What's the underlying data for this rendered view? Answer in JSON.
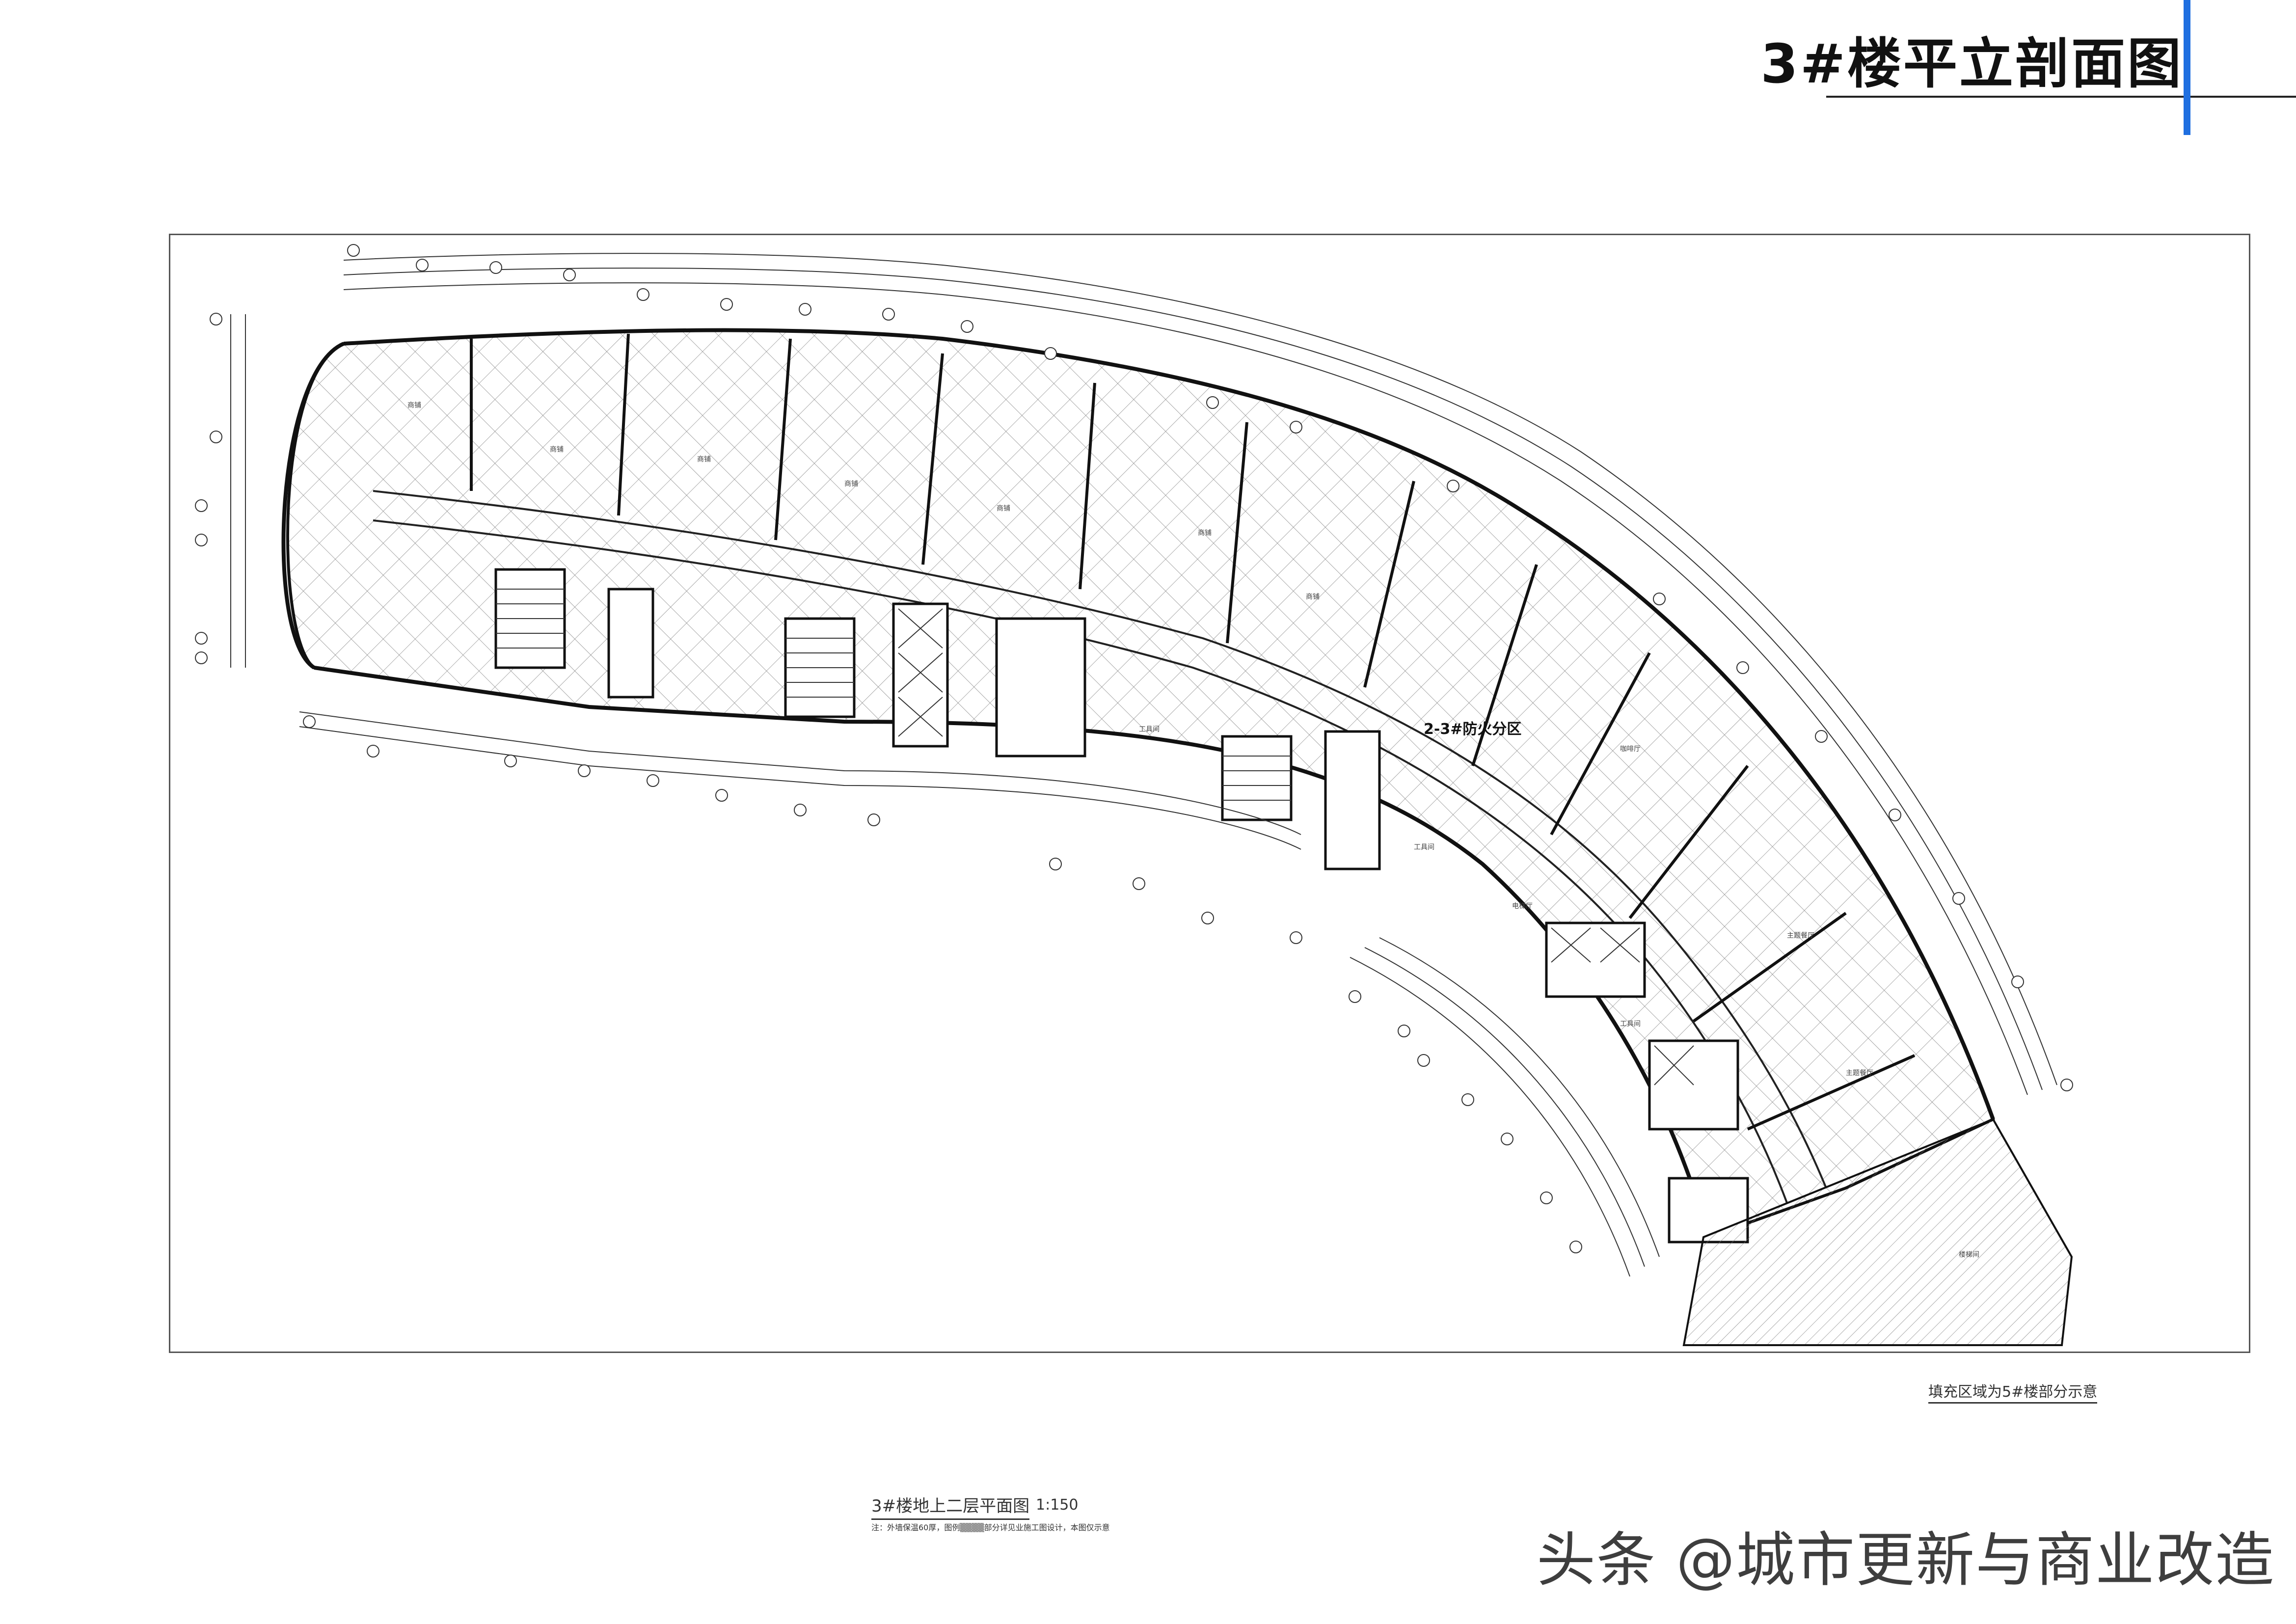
{
  "header": {
    "title": "3#楼平立剖面图"
  },
  "plan": {
    "zone_label": "2-3#防火分区",
    "room_labels": {
      "office": "商铺",
      "service": "工具间",
      "elevator_hall": "电梯厅",
      "catering": "主题餐厅",
      "tea": "咖啡厅",
      "stair": "楼梯间"
    },
    "caption": "3#楼地上二层平面图",
    "scale": "1:150",
    "note": "注：外墙保温60厚，图例▒▒▒▒部分详见业施工图设计，本图仅示意"
  },
  "legend": {
    "fill_area": "填充区域为5#楼部分示意"
  },
  "watermark": {
    "text": "头条 @城市更新与商业改造"
  },
  "colors": {
    "accent": "#1f6fe0",
    "ink": "#222222"
  }
}
